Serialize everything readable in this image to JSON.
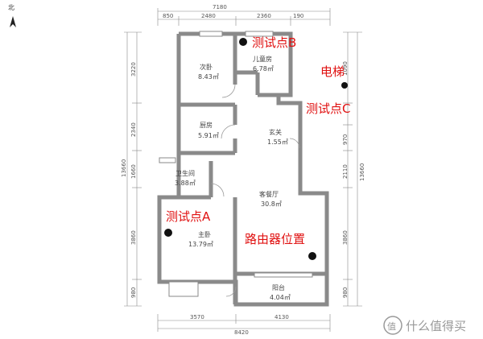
{
  "compass": {
    "label": "北"
  },
  "dimensions": {
    "top_total": "7180",
    "top_segments": [
      "850",
      "2480",
      "2360",
      "190"
    ],
    "bottom_segments": [
      "3570",
      "4130"
    ],
    "bottom_total": "8420",
    "left_total": "13660",
    "left_segments": [
      "3220",
      "2340",
      "1660",
      "3860",
      "980"
    ],
    "right_total": "13660",
    "right_segments": [
      "1090",
      "970",
      "2110",
      "3860",
      "980"
    ]
  },
  "rooms": {
    "bedroom2": {
      "name": "次卧",
      "area": "8.43㎡"
    },
    "kids_room": {
      "name": "儿童房",
      "area": "6.78㎡"
    },
    "kitchen": {
      "name": "厨房",
      "area": "5.91㎡"
    },
    "entrance": {
      "name": "玄关",
      "area": "1.55㎡"
    },
    "bathroom": {
      "name": "卫生间",
      "area": "3.88㎡"
    },
    "living": {
      "name": "客餐厅",
      "area": "30.8㎡"
    },
    "master": {
      "name": "主卧",
      "area": "13.79㎡"
    },
    "balcony": {
      "name": "阳台",
      "area": "4.04㎡"
    }
  },
  "annotations": {
    "point_a": "测试点A",
    "point_b": "测试点B",
    "point_c": "测试点C",
    "elevator": "电梯",
    "router": "路由器位置"
  },
  "colors": {
    "wall": "#8a8a8a",
    "marker_text": "#e01010",
    "dot": "#111111"
  },
  "watermark": {
    "icon": "值",
    "text": "什么值得买"
  }
}
